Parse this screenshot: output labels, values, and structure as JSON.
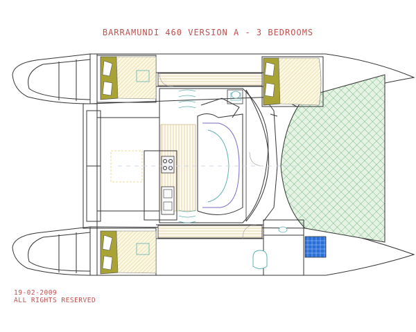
{
  "drawing": {
    "title": "BARRAMUNDI 460 VERSION A - 3 BEDROOMS",
    "date": "19-02-2009",
    "rights": "ALL RIGHTS RESERVED"
  },
  "colors": {
    "text": "#c0504d",
    "outline": "#333333",
    "trampoline_fill": "#e6f2e3",
    "trampoline_mesh": "#2e9b49",
    "bed_fill": "#a8a334",
    "deck_hatch": "#d9c18a",
    "solar_panel": "#2a6fd6",
    "sofa_line": "#7b68c9"
  }
}
